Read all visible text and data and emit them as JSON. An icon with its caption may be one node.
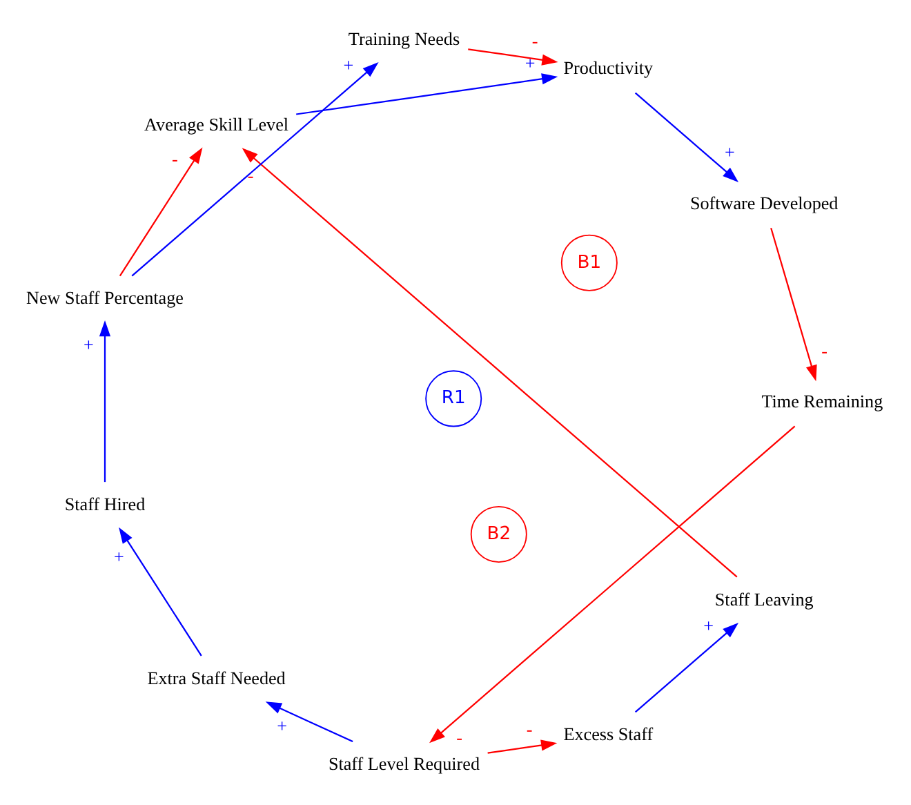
{
  "diagram": {
    "nodes": [
      {
        "text": [
          "Excess Staff"
        ]
      },
      {
        "text": [
          "Staff Leaving"
        ]
      },
      {
        "text": [
          "Staff Hired"
        ]
      },
      {
        "text": [
          "New Staff Percentage"
        ]
      },
      {
        "text": [
          "Extra Staff Needed"
        ]
      },
      {
        "text": [
          "Average Skill Level"
        ]
      },
      {
        "text": [
          "Training Needs"
        ]
      },
      {
        "text": [
          "Staff Level Required"
        ]
      },
      {
        "text": [
          "Productivity"
        ]
      },
      {
        "text": [
          "Time Remaining"
        ]
      },
      {
        "text": [
          "Software Developed"
        ]
      }
    ],
    "edges": [
      {
        "from": 0,
        "to": 1,
        "arrow": "to",
        "label": "+"
      },
      {
        "from": 1,
        "to": 5,
        "arrow": "to",
        "label": "-",
        "color": "#ff0000"
      },
      {
        "from": 2,
        "to": 3,
        "arrow": "to",
        "label": "+"
      },
      {
        "from": 3,
        "to": 5,
        "arrow": "to",
        "label": "-",
        "color": "#ff0000"
      },
      {
        "from": 3,
        "to": 6,
        "arrow": "to",
        "label": "+"
      },
      {
        "from": 4,
        "to": 2,
        "arrow": "to",
        "label": "+"
      },
      {
        "from": 7,
        "to": 4,
        "arrow": "to",
        "label": "+"
      },
      {
        "from": 7,
        "to": 0,
        "arrow": "to",
        "label": "-",
        "color": "#ff0000"
      },
      {
        "from": 5,
        "to": 8,
        "arrow": "to",
        "label": "+"
      },
      {
        "from": 6,
        "to": 8,
        "arrow": "to",
        "label": "-",
        "color": "#ff0000"
      },
      {
        "from": 8,
        "to": 10,
        "arrow": "to",
        "label": "+"
      },
      {
        "from": 10,
        "to": 9,
        "arrow": "to",
        "label": "-",
        "color": "#ff0000"
      },
      {
        "from": 9,
        "to": 7,
        "arrow": "to",
        "label": "-",
        "color": "#ff0000"
      }
    ],
    "labels": [
      "R1",
      "B1",
      "B2"
    ]
  }
}
